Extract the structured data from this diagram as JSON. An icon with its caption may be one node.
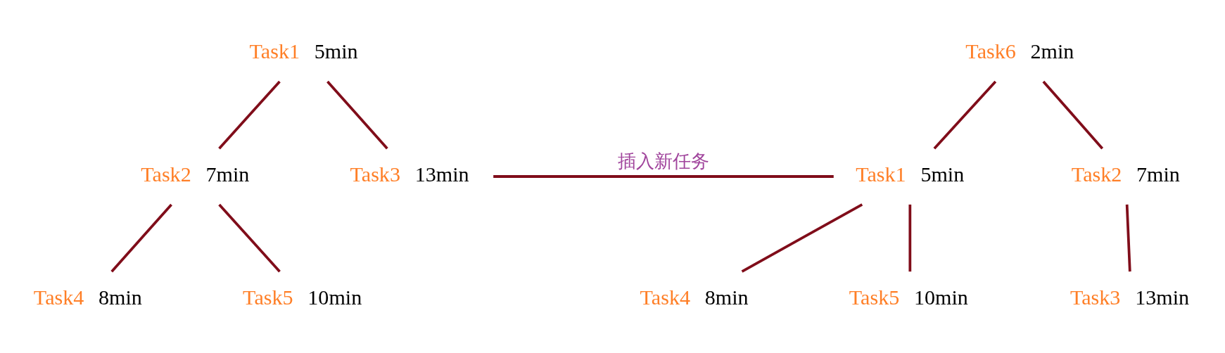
{
  "diagram": {
    "nodes": [
      {
        "text": [
          "Task1"
        ],
        "beside": [
          "5min"
        ]
      },
      {
        "text": [
          "Task2"
        ],
        "beside": [
          "7min"
        ]
      },
      {
        "text": [
          "Task3"
        ],
        "beside": [
          "13min"
        ]
      },
      {
        "text": [
          "Task4"
        ],
        "beside": [
          "8min"
        ]
      },
      {
        "text": [
          "Task5"
        ],
        "beside": [
          "10min"
        ]
      },
      {
        "text": [
          "Task6"
        ],
        "beside": [
          "2min"
        ]
      },
      {
        "text": [
          "Task1"
        ],
        "beside": [
          "5min"
        ]
      },
      {
        "text": [
          "Task2"
        ],
        "beside": [
          "7min"
        ]
      },
      {
        "text": [
          "Task4"
        ],
        "beside": [
          "8min"
        ]
      },
      {
        "text": [
          "Task5"
        ],
        "beside": [
          "10min"
        ]
      },
      {
        "text": [
          "Task3"
        ],
        "beside": [
          "13min"
        ]
      }
    ],
    "edges": [
      {
        "from": 0,
        "to": 1,
        "arrow": "none"
      },
      {
        "from": 0,
        "to": 2,
        "arrow": "none"
      },
      {
        "from": 1,
        "to": 3,
        "arrow": "none"
      },
      {
        "from": 1,
        "to": 4,
        "arrow": "none"
      },
      {
        "from": 2,
        "to": 6,
        "arrow": "none",
        "label": "插入新任务"
      },
      {
        "from": 5,
        "to": 6,
        "arrow": "none"
      },
      {
        "from": 5,
        "to": 7,
        "arrow": "none"
      },
      {
        "from": 6,
        "to": 8,
        "arrow": "none"
      },
      {
        "from": 6,
        "to": 9,
        "arrow": "none"
      },
      {
        "from": 7,
        "to": 10,
        "arrow": "none"
      }
    ]
  }
}
